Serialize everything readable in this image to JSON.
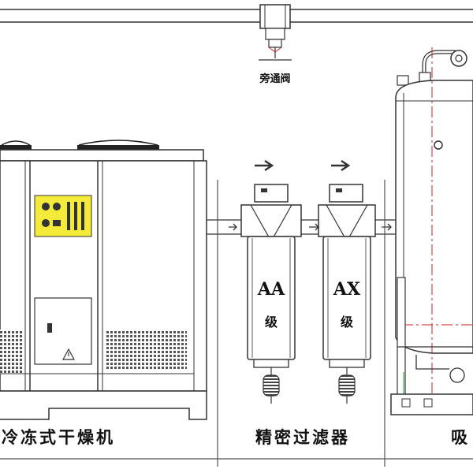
{
  "labels": {
    "bypass_valve": "旁通阀",
    "refrigerated_dryer": "冷冻式干燥机",
    "precision_filter": "精密过滤器",
    "adsorption_dryer_partial": "吸"
  },
  "filters": [
    {
      "grade_letters": "AA",
      "grade_word": "级"
    },
    {
      "grade_letters": "AX",
      "grade_word": "级"
    }
  ],
  "colors": {
    "line": "#333333",
    "accent_red": "#cc2222",
    "panel_yellow": "#f3ea3a",
    "section_divider": "#555555"
  }
}
